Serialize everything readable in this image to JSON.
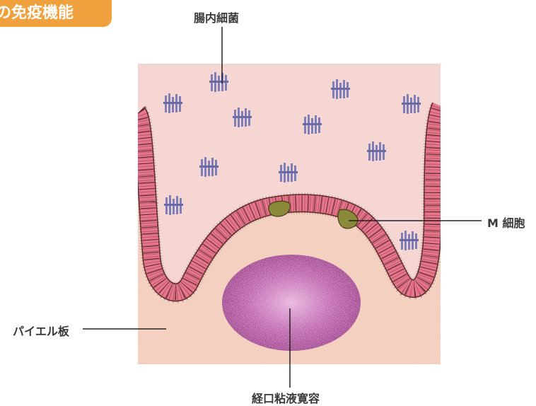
{
  "header": {
    "badge_text": "の免疫機能"
  },
  "labels": {
    "bacteria": "腸内細菌",
    "m_cell": "M 細胞",
    "peyer_patch": "パイエル板",
    "oral_tolerance": "経口粘液寛容"
  },
  "colors": {
    "badge": "#f0a03c",
    "lumen": "#f5d6d3",
    "tissue": "#f1c9c0",
    "villus_fill": "#e8758c",
    "villus_outline": "#5a2a2a",
    "m_cell": "#8a8a3a",
    "bacteria": "#7e7eb8",
    "lymphoid_follicle": "#b04a9a"
  }
}
